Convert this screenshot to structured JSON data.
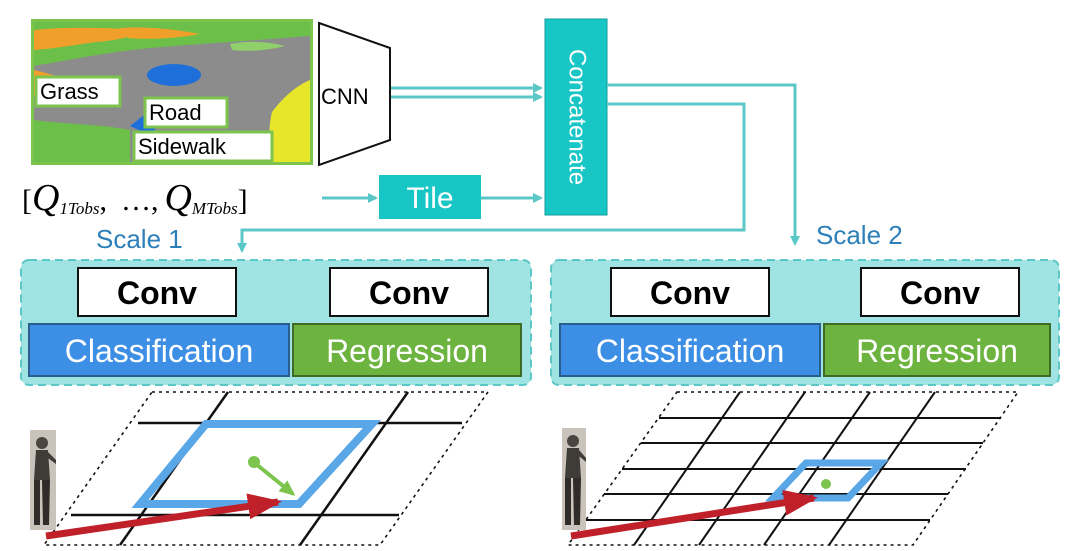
{
  "map": {
    "labels": {
      "grass": "Grass",
      "road": "Road",
      "sidewalk": "Sidewalk"
    },
    "colors": {
      "map_border": "#7cc44e",
      "gray": "#8c8c8c",
      "grass_green": "#6cc04a",
      "orange": "#f0a02a",
      "yellow": "#e8e62a",
      "blue": "#1e6fd9"
    }
  },
  "cnn": {
    "label": "CNN"
  },
  "concat": {
    "label": "Concatenate"
  },
  "tile": {
    "label": "Tile"
  },
  "input_vector": {
    "open": "[",
    "q1": "Q",
    "q1_sub": "1Tobs",
    "sep1": ",",
    "dots": "…,",
    "qm": "Q",
    "qm_sub": "MTobs",
    "close": "]"
  },
  "scales": [
    {
      "title": "Scale 1",
      "conv_left": "Conv",
      "conv_right": "Conv",
      "classification": "Classification",
      "regression": "Regression"
    },
    {
      "title": "Scale 2",
      "conv_left": "Conv",
      "conv_right": "Conv",
      "classification": "Classification",
      "regression": "Regression"
    }
  ],
  "colors": {
    "teal": "#19c6c6",
    "teal_line": "#5cc7c7",
    "panel_fill": "#9fe3e3",
    "scale_title": "#2c7fb8",
    "classification_fill": "#3d8fe6",
    "regression_fill": "#6cb33f",
    "box_blue": "#5aa7e8",
    "arrow_red": "#c0202a",
    "arrow_green": "#7cc44e"
  },
  "icons": [
    "pedestrian-icon"
  ]
}
